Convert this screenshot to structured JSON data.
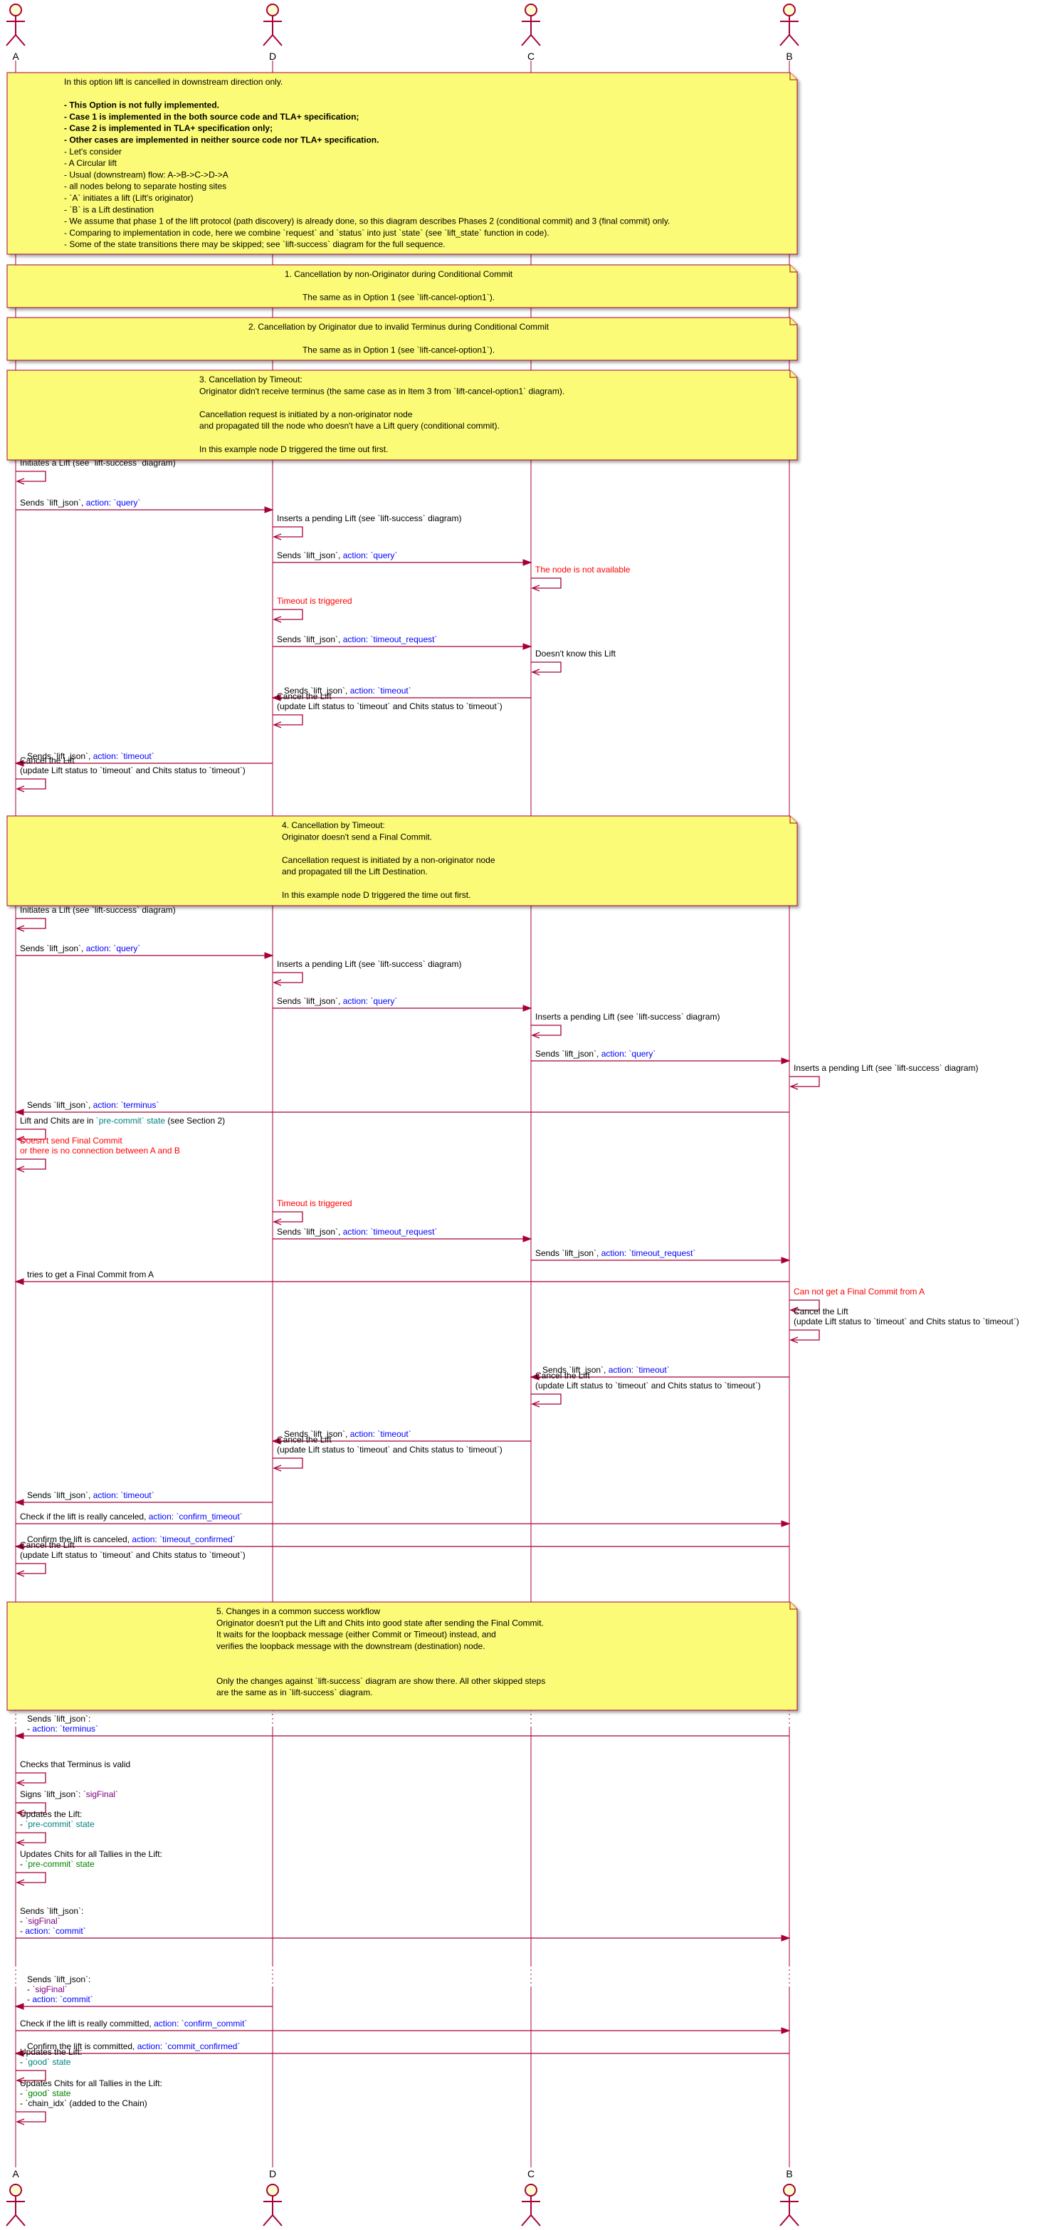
{
  "actors": [
    "A",
    "D",
    "C",
    "B"
  ],
  "notes": [
    {
      "lines": [
        {
          "t": "In this option lift is cancelled in downstream direction only."
        },
        {
          "t": ""
        },
        {
          "t": "- This Option is not fully implemented.",
          "b": true
        },
        {
          "t": "    - Case 1 is implemented in the both source code and TLA+ specification;",
          "b": true
        },
        {
          "t": "    - Case 2 is implemented in TLA+ specification only;",
          "b": true
        },
        {
          "t": "    - Other cases are implemented in neither source code nor TLA+ specification.",
          "b": true
        },
        {
          "t": "- Let's consider"
        },
        {
          "t": "    - A Circular lift"
        },
        {
          "t": "    - Usual (downstream) flow: A->B->C->D->A"
        },
        {
          "t": "    - all nodes belong to separate hosting sites"
        },
        {
          "t": "    - `A` initiates a lift (Lift's originator)"
        },
        {
          "t": "    - `B` is a Lift destination"
        },
        {
          "t": "- We assume that phase 1 of the lift protocol (path discovery) is already done, so this diagram describes Phases 2 (conditional commit) and 3 (final commit) only."
        },
        {
          "t": "- Comparing to implementation in code, here we combine `request` and `status` into just `state` (see `lift_state` function in code)."
        },
        {
          "t": "- Some of the state transitions there may be skipped; see `lift-success` diagram for the full sequence."
        }
      ]
    },
    {
      "lines": [
        {
          "t": "1. Cancellation by non-Originator during Conditional Commit"
        },
        {
          "t": ""
        },
        {
          "t": "The same as in Option 1 (see `lift-cancel-option1`)."
        }
      ]
    },
    {
      "lines": [
        {
          "t": "2. Cancellation by Originator due to invalid Terminus during Conditional Commit"
        },
        {
          "t": ""
        },
        {
          "t": "The same as in Option 1 (see `lift-cancel-option1`)."
        }
      ]
    },
    {
      "lines": [
        {
          "t": "3. Cancellation by Timeout:"
        },
        {
          "t": "Originator didn't receive terminus (the same case as in Item 3 from `lift-cancel-option1` diagram)."
        },
        {
          "t": ""
        },
        {
          "t": "Cancellation request is initiated by a non-originator node"
        },
        {
          "t": "and propagated till the node who doesn't have a Lift query (conditional commit)."
        },
        {
          "t": ""
        },
        {
          "t": "In this example node D triggered the time out first."
        }
      ]
    },
    {
      "lines": [
        {
          "t": "4. Cancellation by Timeout:"
        },
        {
          "t": "Originator doesn't send a Final Commit."
        },
        {
          "t": ""
        },
        {
          "t": "Cancellation request is initiated by a non-originator node"
        },
        {
          "t": "and propagated till the Lift Destination."
        },
        {
          "t": ""
        },
        {
          "t": "In this example node D triggered the time out first."
        }
      ]
    },
    {
      "lines": [
        {
          "t": "5. Changes in a common success workflow"
        },
        {
          "t": "Originator doesn't put the Lift and Chits into good state after sending the Final Commit."
        },
        {
          "t": "It waits for the loopback message (either Commit or Timeout) instead, and"
        },
        {
          "t": "verifies the loopback message with the downstream (destination) node."
        },
        {
          "t": ""
        },
        {
          "t": ""
        },
        {
          "t": "Only the changes against `lift-success` diagram are show there. All other skipped steps"
        },
        {
          "t": "are the same as in `lift-success` diagram."
        }
      ]
    }
  ],
  "messages": [
    [
      [
        {
          "t": "Initiates a Lift (see `lift-success` diagram)"
        }
      ]
    ],
    [
      [
        {
          "t": "Sends `lift_json`, "
        },
        {
          "t": "action: `query`",
          "c": "blue"
        }
      ]
    ],
    [
      [
        {
          "t": "Inserts a pending Lift (see `lift-success` diagram)"
        }
      ]
    ],
    [
      [
        {
          "t": "Sends `lift_json`, "
        },
        {
          "t": "action: `query`",
          "c": "blue"
        }
      ]
    ],
    [
      [
        {
          "t": "The node is not available",
          "c": "red"
        }
      ]
    ],
    [
      [
        {
          "t": "Timeout is triggered",
          "c": "red"
        }
      ]
    ],
    [
      [
        {
          "t": "Sends `lift_json`, "
        },
        {
          "t": "action: `timeout_request`",
          "c": "blue"
        }
      ]
    ],
    [
      [
        {
          "t": "Doesn't know this Lift"
        }
      ]
    ],
    [
      [
        {
          "t": "Sends `lift_json`, "
        },
        {
          "t": "action: `timeout`",
          "c": "blue"
        }
      ]
    ],
    [
      [
        {
          "t": "Cancel the Lift"
        }
      ],
      [
        {
          "t": "(update Lift status to `timeout` and Chits status to `timeout`)"
        }
      ]
    ],
    [
      [
        {
          "t": "Sends `lift_json`, "
        },
        {
          "t": "action: `timeout`",
          "c": "blue"
        }
      ]
    ],
    [
      [
        {
          "t": "Cancel the Lift"
        }
      ],
      [
        {
          "t": "(update Lift status to `timeout` and Chits status to `timeout`)"
        }
      ]
    ],
    [
      [
        {
          "t": "Initiates a Lift (see `lift-success` diagram)"
        }
      ]
    ],
    [
      [
        {
          "t": "Sends `lift_json`, "
        },
        {
          "t": "action: `query`",
          "c": "blue"
        }
      ]
    ],
    [
      [
        {
          "t": "Inserts a pending Lift (see `lift-success` diagram)"
        }
      ]
    ],
    [
      [
        {
          "t": "Sends `lift_json`, "
        },
        {
          "t": "action: `query`",
          "c": "blue"
        }
      ]
    ],
    [
      [
        {
          "t": "Inserts a pending Lift (see `lift-success` diagram)"
        }
      ]
    ],
    [
      [
        {
          "t": "Sends `lift_json`, "
        },
        {
          "t": "action: `query`",
          "c": "blue"
        }
      ]
    ],
    [
      [
        {
          "t": "Inserts a pending Lift (see `lift-success` diagram)"
        }
      ]
    ],
    [
      [
        {
          "t": "Sends `lift_json`, "
        },
        {
          "t": "action: `terminus`",
          "c": "blue"
        }
      ]
    ],
    [
      [
        {
          "t": "Lift and Chits are in "
        },
        {
          "t": "`pre-commit` state",
          "c": "teal"
        },
        {
          "t": " (see Section 2)"
        }
      ]
    ],
    [
      [
        {
          "t": "Doesn't send Final Commit",
          "c": "red"
        }
      ],
      [
        {
          "t": "or there is no connection between A and B",
          "c": "red"
        }
      ]
    ],
    [
      [
        {
          "t": "Timeout is triggered",
          "c": "red"
        }
      ]
    ],
    [
      [
        {
          "t": "Sends `lift_json`, "
        },
        {
          "t": "action: `timeout_request`",
          "c": "blue"
        }
      ]
    ],
    [
      [
        {
          "t": "Sends `lift_json`, "
        },
        {
          "t": "action: `timeout_request`",
          "c": "blue"
        }
      ]
    ],
    [
      [
        {
          "t": "tries to get a Final Commit from A"
        }
      ]
    ],
    [
      [
        {
          "t": "Can not get a Final Commit from A",
          "c": "red"
        }
      ]
    ],
    [
      [
        {
          "t": "Cancel the Lift"
        }
      ],
      [
        {
          "t": "(update Lift status to `timeout` and Chits status to `timeout`)"
        }
      ]
    ],
    [
      [
        {
          "t": "Sends `lift_json`, "
        },
        {
          "t": "action: `timeout`",
          "c": "blue"
        }
      ]
    ],
    [
      [
        {
          "t": "Cancel the Lift"
        }
      ],
      [
        {
          "t": "(update Lift status to `timeout` and Chits status to `timeout`)"
        }
      ]
    ],
    [
      [
        {
          "t": "Sends `lift_json`, "
        },
        {
          "t": "action: `timeout`",
          "c": "blue"
        }
      ]
    ],
    [
      [
        {
          "t": "Cancel the Lift"
        }
      ],
      [
        {
          "t": "(update Lift status to `timeout` and Chits status to `timeout`)"
        }
      ]
    ],
    [
      [
        {
          "t": "Sends `lift_json`, "
        },
        {
          "t": "action: `timeout`",
          "c": "blue"
        }
      ]
    ],
    [
      [
        {
          "t": "Check if the lift is really canceled, "
        },
        {
          "t": "action: `confirm_timeout`",
          "c": "blue"
        }
      ]
    ],
    [
      [
        {
          "t": "Confirm the lift is canceled, "
        },
        {
          "t": "action: `timeout_confirmed`",
          "c": "blue"
        }
      ]
    ],
    [
      [
        {
          "t": "Cancel the Lift"
        }
      ],
      [
        {
          "t": "(update Lift status to `timeout` and Chits status to `timeout`)"
        }
      ]
    ],
    [
      [
        {
          "t": "Sends `lift_json`:"
        }
      ],
      [
        {
          "t": "- "
        },
        {
          "t": "action: `terminus`",
          "c": "blue"
        }
      ]
    ],
    [
      [
        {
          "t": "Checks that Terminus is valid"
        }
      ]
    ],
    [
      [
        {
          "t": "Signs `lift_json`: "
        },
        {
          "t": "`sigFinal`",
          "c": "purple"
        }
      ]
    ],
    [
      [
        {
          "t": "Updates the Lift:"
        }
      ],
      [
        {
          "t": "- "
        },
        {
          "t": "`pre-commit` state",
          "c": "teal"
        }
      ]
    ],
    [
      [
        {
          "t": "Updates Chits for all Tallies in the Lift:"
        }
      ],
      [
        {
          "t": "- "
        },
        {
          "t": "`pre-commit` state",
          "c": "green"
        }
      ]
    ],
    [
      [
        {
          "t": "Sends `lift_json`:"
        }
      ],
      [
        {
          "t": "- "
        },
        {
          "t": "`sigFinal`",
          "c": "purple"
        }
      ],
      [
        {
          "t": "- "
        },
        {
          "t": "action: `commit`",
          "c": "blue"
        }
      ]
    ],
    [
      [
        {
          "t": "Sends `lift_json`:"
        }
      ],
      [
        {
          "t": "   - "
        },
        {
          "t": "`sigFinal`",
          "c": "purple"
        }
      ],
      [
        {
          "t": "- "
        },
        {
          "t": "action: `commit`",
          "c": "blue"
        }
      ]
    ],
    [
      [
        {
          "t": "Check if the lift is really committed, "
        },
        {
          "t": "action: `confirm_commit`",
          "c": "blue"
        }
      ]
    ],
    [
      [
        {
          "t": "Confirm the lift is committed, "
        },
        {
          "t": "action: `commit_confirmed`",
          "c": "blue"
        }
      ]
    ],
    [
      [
        {
          "t": "Updates the Lift:"
        }
      ],
      [
        {
          "t": "- "
        },
        {
          "t": "`good` state",
          "c": "teal"
        }
      ]
    ],
    [
      [
        {
          "t": "Updates Chits for all Tallies in the Lift:"
        }
      ],
      [
        {
          "t": "- "
        },
        {
          "t": "`good` state",
          "c": "green"
        }
      ],
      [
        {
          "t": "- `chain_idx` (added to the Chain)"
        }
      ]
    ]
  ]
}
